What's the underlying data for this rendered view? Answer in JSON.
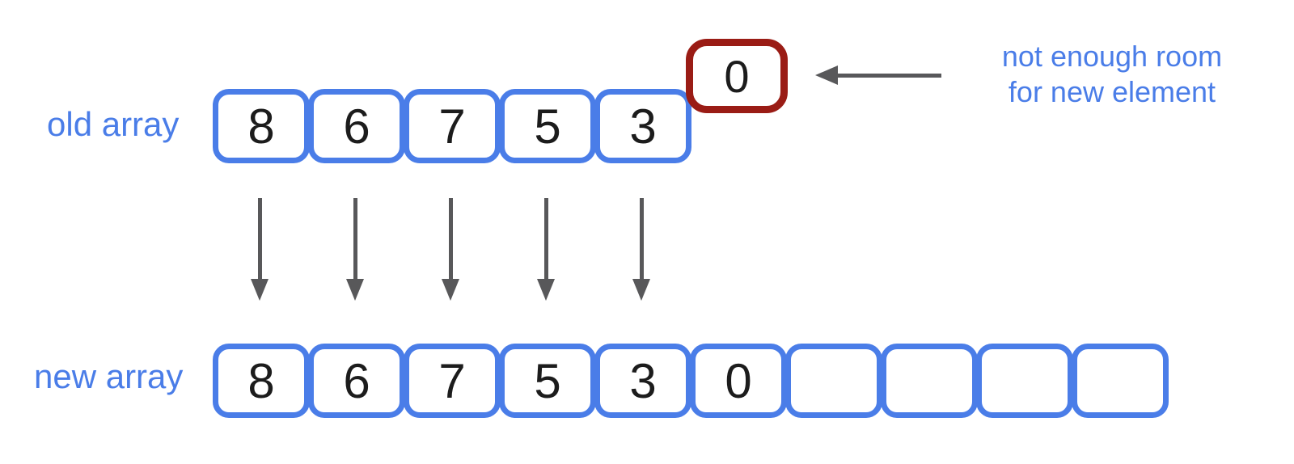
{
  "old_array": {
    "label": "old array",
    "cells": [
      "8",
      "6",
      "7",
      "5",
      "3"
    ]
  },
  "overflow_cell": {
    "value": "0"
  },
  "annotation": {
    "line1": "not enough room",
    "line2": "for new element"
  },
  "new_array": {
    "label": "new array",
    "cells": [
      "8",
      "6",
      "7",
      "5",
      "3",
      "0",
      "",
      "",
      "",
      ""
    ]
  },
  "colors": {
    "array_blue": "#4a7de8",
    "overflow_red": "#9a1c15",
    "arrow_gray": "#58585a",
    "digit_black": "#1c1c1c",
    "background": "#ffffff"
  }
}
